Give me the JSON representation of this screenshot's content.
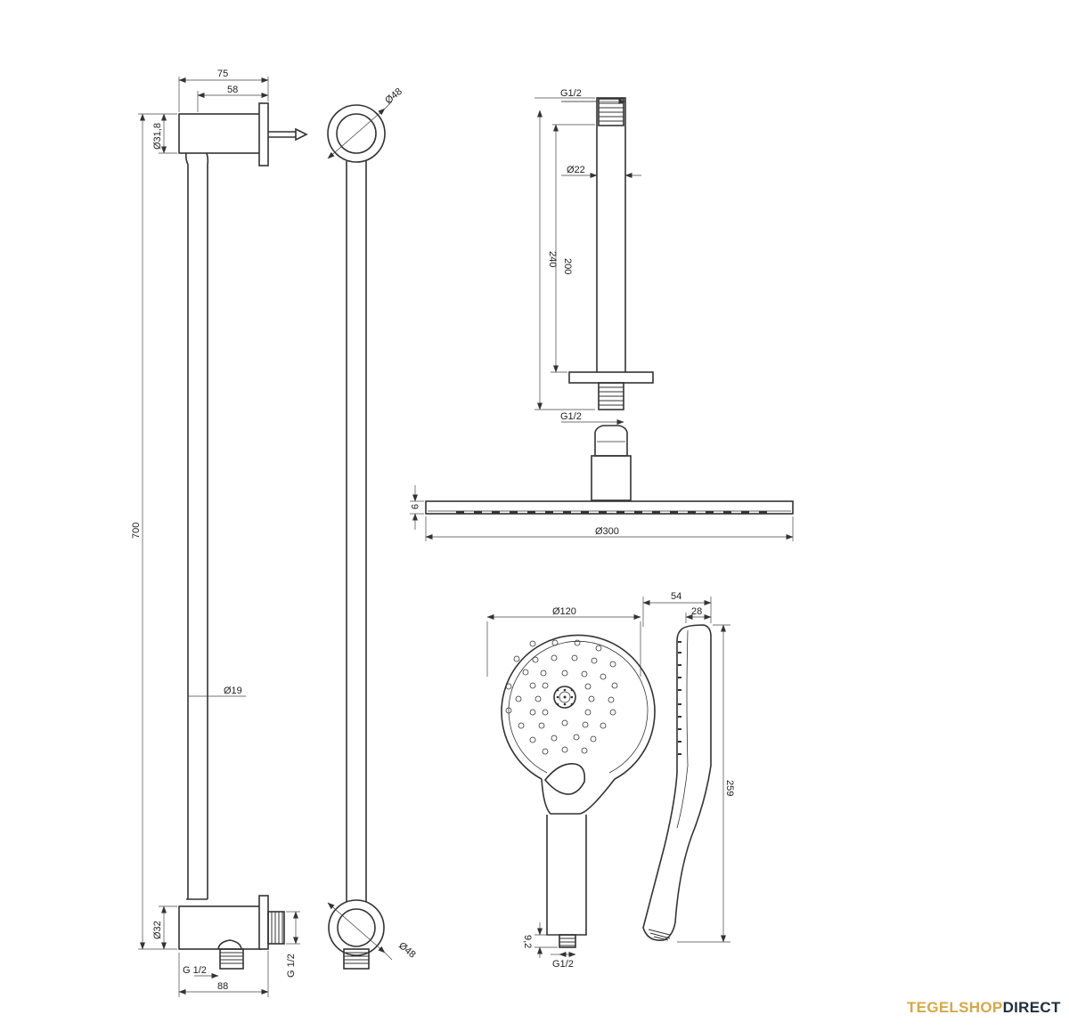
{
  "dimensions": {
    "bar_width_75": "75",
    "bar_inner_58": "58",
    "bracket_dia_31_8": "Ø31,8",
    "bar_length_700": "700",
    "bar_tube_dia_19": "Ø19",
    "lower_bracket_dia_32": "Ø32",
    "lower_thread_g12_left": "G 1/2",
    "lower_thread_g12_right": "G 1/2",
    "lower_width_88": "88",
    "ring_top_dia_48": "Ø48",
    "ring_bottom_dia_48": "Ø48",
    "arm_top_thread": "G1/2",
    "arm_tube_dia_22": "Ø22",
    "arm_length_200": "200",
    "arm_total_240": "240",
    "arm_bottom_thread": "G1/2",
    "head_thickness_9": "9",
    "head_dia_300": "Ø300",
    "hand_dia_120": "Ø120",
    "hand_depth_54": "54",
    "hand_depth_28": "28",
    "hand_length_259": "259",
    "hand_thread_len_9_2": "9,2",
    "hand_thread": "G1/2"
  },
  "brand": {
    "part1": "TEGELSHOP",
    "part2": "DIRECT"
  }
}
